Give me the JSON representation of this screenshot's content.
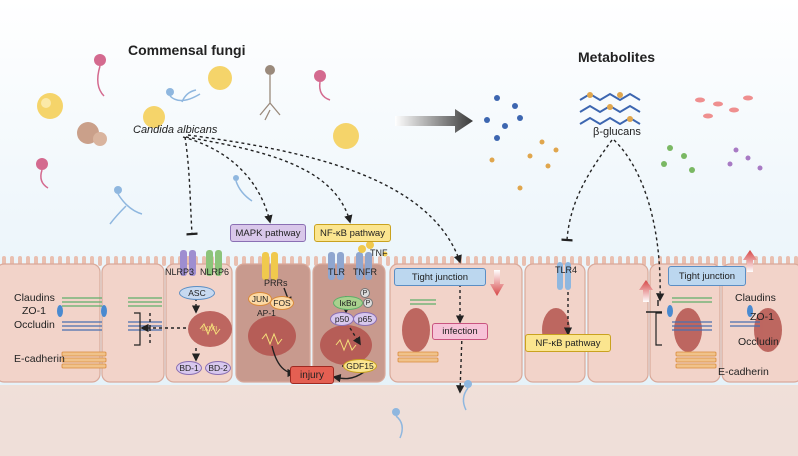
{
  "headings": {
    "left": "Commensal fungi",
    "right": "Metabolites"
  },
  "organism": "Candida albicans",
  "metabolite": "β-glucans",
  "pathways": {
    "mapk": "MAPK pathway",
    "nfkb_top": "NF-κB pathway",
    "nfkb_right": "NF-κB pathway"
  },
  "receptors": {
    "nlrp3": "NLRP3",
    "nlrp6": "NLRP6",
    "asc": "ASC",
    "prrs": "PRRs",
    "tlr": "TLR",
    "tnfr": "TNFR",
    "tnf": "TNF",
    "tlr4": "TLR4"
  },
  "signaling": {
    "jun": "JUN",
    "fos": "FOS",
    "ap1": "AP-1",
    "ikba": "IκBα",
    "p_top": "P",
    "p_bottom": "P",
    "p50": "p50",
    "p65": "p65",
    "gdf15": "GDF15",
    "bd1": "BD-1",
    "bd2": "BD-2",
    "dna": "IXIXI"
  },
  "outcomes": {
    "injury": "injury",
    "infection": "infection",
    "tight_junction_left": "Tight junction",
    "tight_junction_right": "Tight junction"
  },
  "junction_labels": {
    "left": [
      "Claudins",
      "ZO-1",
      "Occludin",
      "E-cadherin"
    ],
    "right": [
      "Claudins",
      "ZO-1",
      "Occludin",
      "E-cadherin"
    ]
  },
  "colors": {
    "cell_fill": "#f2d3c9",
    "cell_border": "#d9a99a",
    "nucleus": "#b4534e",
    "mapk_box": "#d9c7ea",
    "nfkb_box": "#fbe58f",
    "tight_junction_box": "#bcd7ef",
    "injury_box": "#e45f52",
    "infection_box": "#f7c3d8",
    "green_oval": "#a9d18e",
    "blue_oval": "#c7d9f0",
    "purple_oval": "#d8c8ee",
    "orange_oval": "#fcd9a5",
    "down_arrow": "#d64545",
    "up_arrow": "#d64545"
  }
}
